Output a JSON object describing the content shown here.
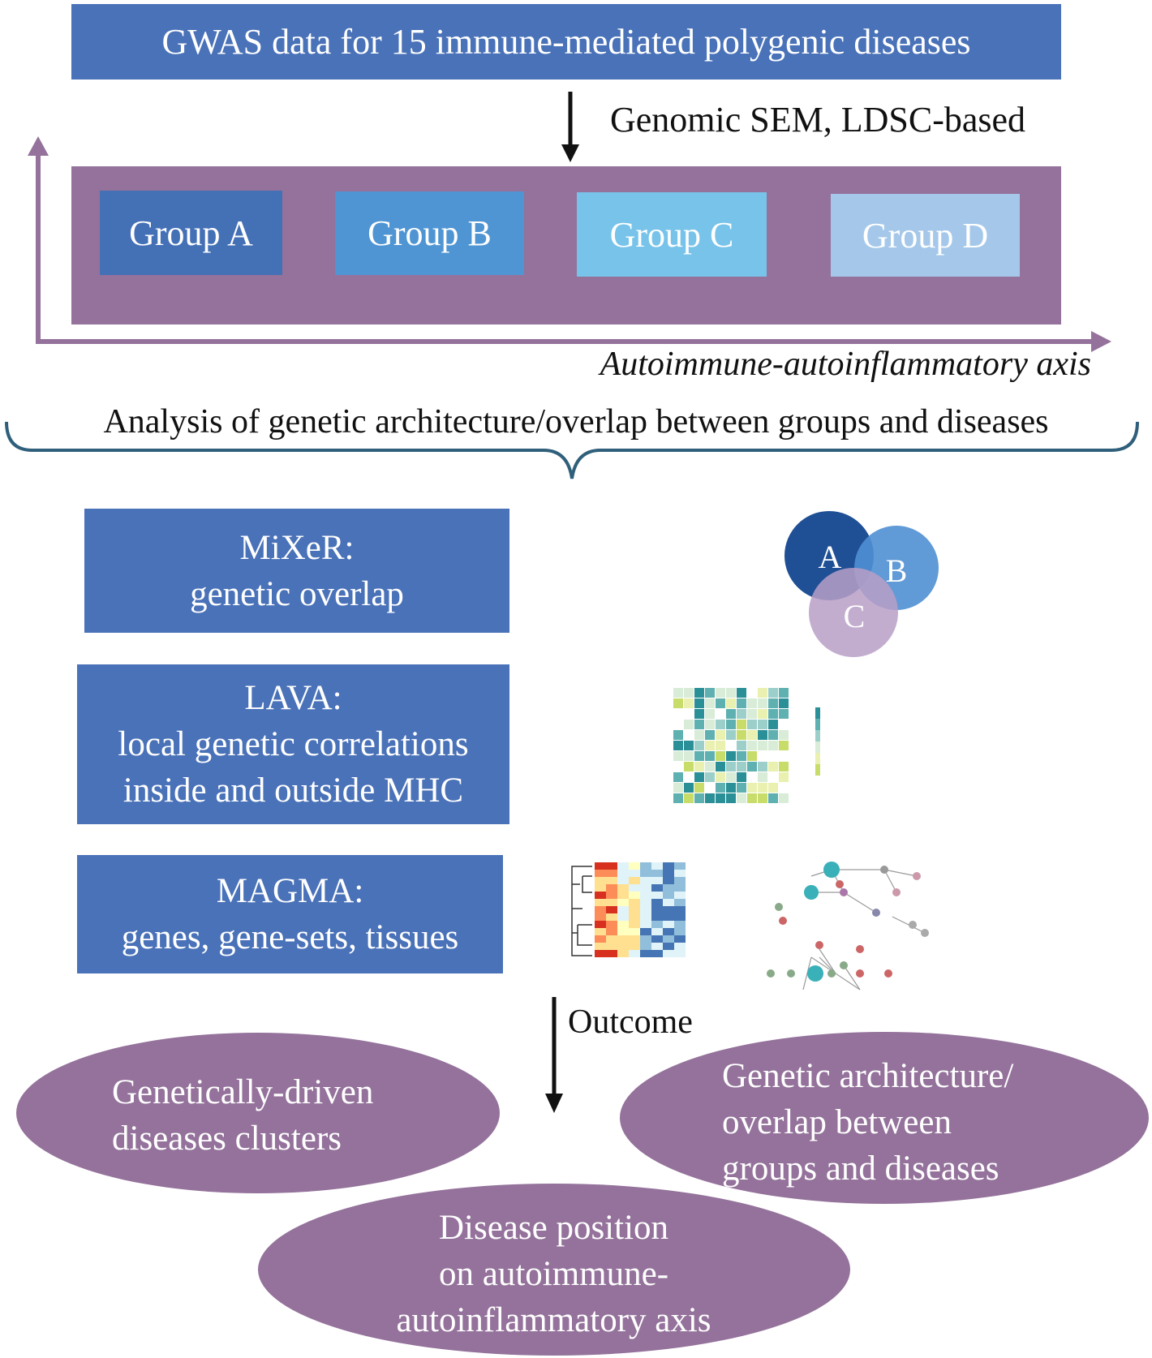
{
  "header": {
    "title": "GWAS data for 15 immune-mediated polygenic diseases"
  },
  "step1": {
    "label": "Genomic SEM, LDSC-based"
  },
  "groups": [
    {
      "label": "Group A",
      "color": "#4470b6"
    },
    {
      "label": "Group B",
      "color": "#4f95d3"
    },
    {
      "label": "Group C",
      "color": "#78c3ea"
    },
    {
      "label": "Group D",
      "color": "#a5c8ea"
    }
  ],
  "axis": {
    "label": "Autoimmune-autoinflammatory axis",
    "color": "#94729b"
  },
  "analysis": {
    "label": "Analysis of genetic architecture/overlap between groups and diseases"
  },
  "methods": {
    "mixer": {
      "line1": "MiXeR:",
      "line2": "genetic overlap"
    },
    "lava": {
      "line1": "LAVA:",
      "line2": "local genetic correlations",
      "line3": "inside and outside MHC"
    },
    "magma": {
      "line1": "MAGMA:",
      "line2": "genes, gene-sets, tissues"
    }
  },
  "venn": {
    "a": "A",
    "b": "B",
    "c": "C"
  },
  "outcome": {
    "label": "Outcome"
  },
  "results": {
    "clusters": {
      "line1": "Genetically-driven",
      "line2": "diseases clusters"
    },
    "overlap": {
      "line1": "Genetic architecture/",
      "line2": "overlap between",
      "line3": "groups and diseases"
    },
    "position": {
      "line1": "Disease position",
      "line2": "on autoimmune-",
      "line3": "autoinflammatory axis"
    }
  },
  "colors": {
    "primary_blue": "#4a72b8",
    "purple": "#94729b",
    "brace": "#2f5f7a"
  }
}
